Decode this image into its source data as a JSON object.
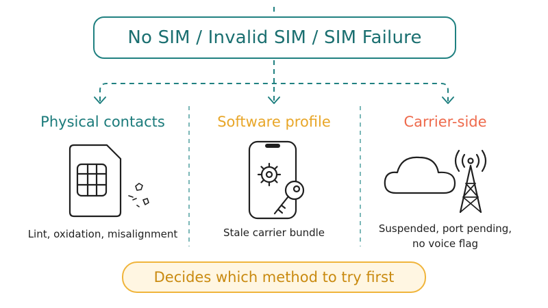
{
  "title": "No SIM / Invalid SIM / SIM Failure",
  "columns": [
    {
      "heading": "Physical contacts",
      "caption_lines": [
        "Lint, oxidation, misalignment"
      ],
      "color": "#1a7a7a",
      "icon": "sim-card-icon"
    },
    {
      "heading": "Software profile",
      "caption_lines": [
        "Stale carrier bundle"
      ],
      "color": "#e8a628",
      "icon": "phone-gear-key-icon"
    },
    {
      "heading": "Carrier-side",
      "caption_lines": [
        "Suspended, port pending,",
        "no voice flag"
      ],
      "color": "#ee6a4c",
      "icon": "cloud-cell-tower-icon"
    }
  ],
  "footer": "Decides which method to try first",
  "colors": {
    "teal": "#1f8080",
    "amber": "#f0b43a",
    "coral": "#ee6a4c"
  }
}
